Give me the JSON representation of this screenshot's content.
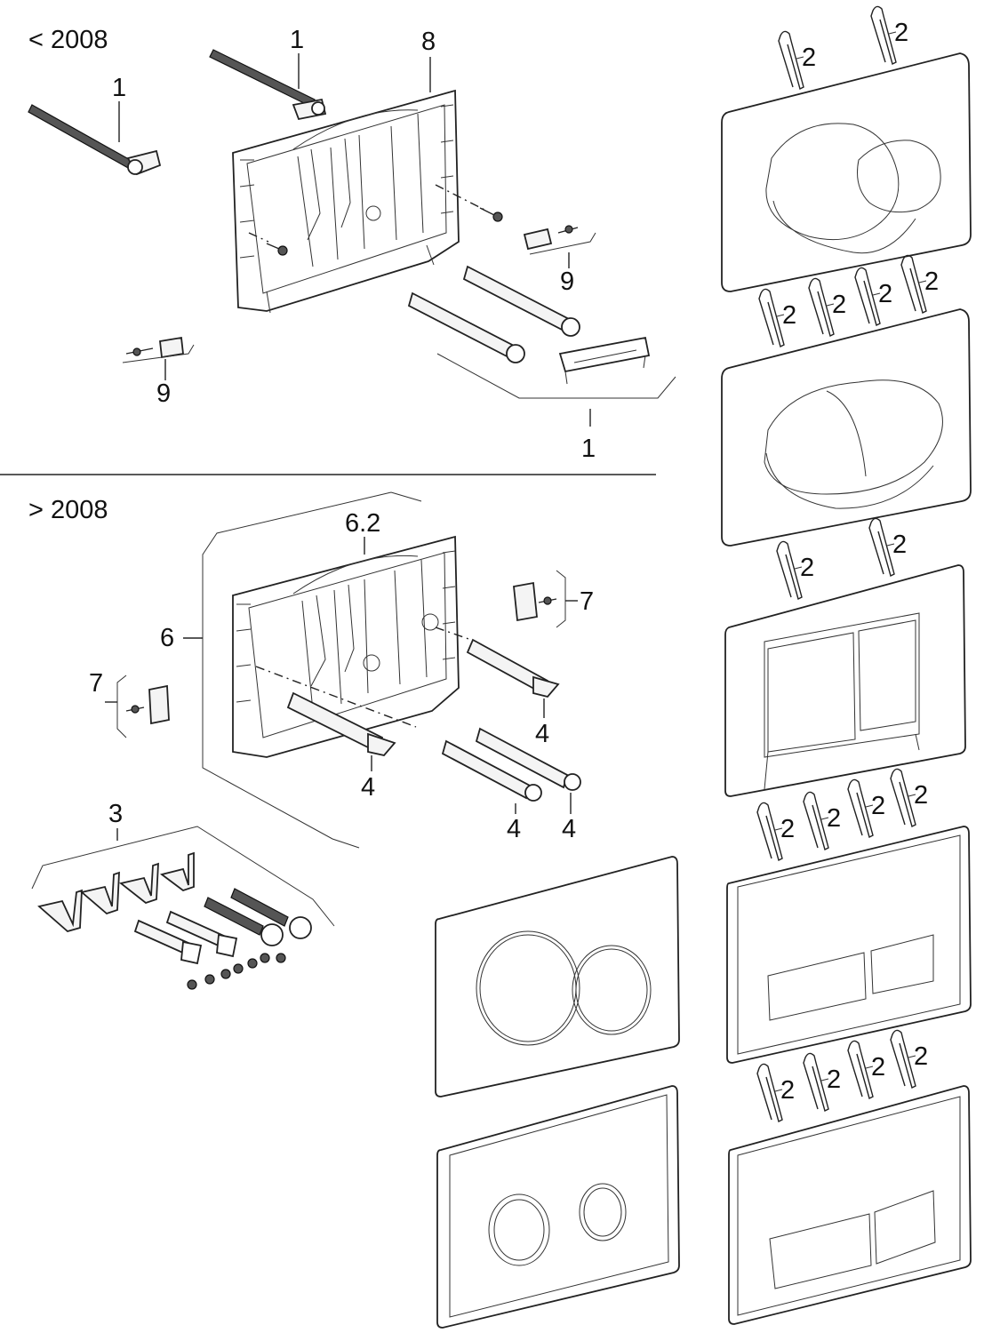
{
  "eras": {
    "before": "< 2008",
    "after": "> 2008"
  },
  "labels": {
    "bolt_set": "1",
    "frame_old": "8",
    "bracket_old": "9",
    "frame_set": "6",
    "frame_new": "6.2",
    "bracket_new": "7",
    "bolt_new": "4",
    "fixing_set": "3",
    "clip": "2"
  }
}
